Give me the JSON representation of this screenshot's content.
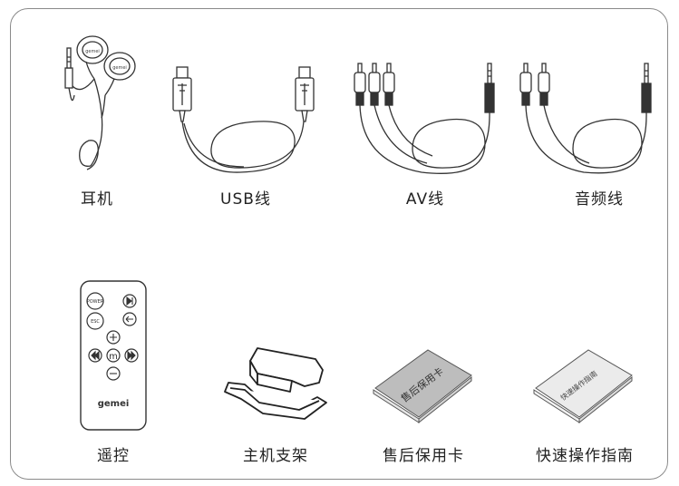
{
  "items": [
    {
      "label": "耳机",
      "icon": "earphones-icon"
    },
    {
      "label": "USB线",
      "icon": "usb-cable-icon"
    },
    {
      "label": "AV线",
      "icon": "av-cable-icon"
    },
    {
      "label": "音频线",
      "icon": "audio-cable-icon"
    },
    {
      "label": "遥控",
      "icon": "remote-control-icon"
    },
    {
      "label": "主机支架",
      "icon": "stand-icon"
    },
    {
      "label": "售后保用卡",
      "icon": "warranty-card-icon"
    },
    {
      "label": "快速操作指南",
      "icon": "quick-guide-icon"
    }
  ],
  "earphones": {
    "brand_left": "gemei",
    "brand_right": "gemei"
  },
  "remote": {
    "buttons": {
      "power": "POWER",
      "esc": "ESC",
      "menu": "m"
    },
    "brand": "gemei"
  },
  "booklets": {
    "warranty_text": "售后保用卡",
    "guide_text": "快速操作指南"
  }
}
